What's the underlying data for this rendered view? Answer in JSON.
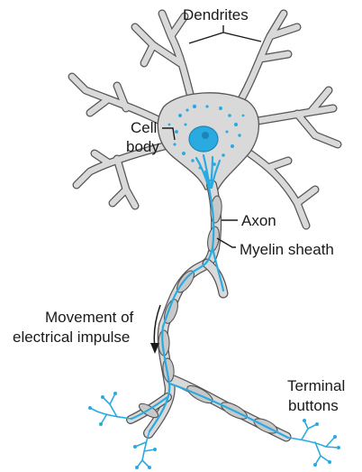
{
  "labels": {
    "dendrites": "Dendrites",
    "cell_body_line1": "Cell",
    "cell_body_line2": "body",
    "axon": "Axon",
    "myelin_sheath": "Myelin sheath",
    "movement_line1": "Movement of",
    "movement_line2": "electrical impulse",
    "terminal_line1": "Terminal",
    "terminal_line2": "buttons"
  },
  "colors": {
    "membrane": "#d9d9d9",
    "outline": "#555555",
    "impulse_blue": "#29abe2",
    "text": "#1a1a1a"
  }
}
